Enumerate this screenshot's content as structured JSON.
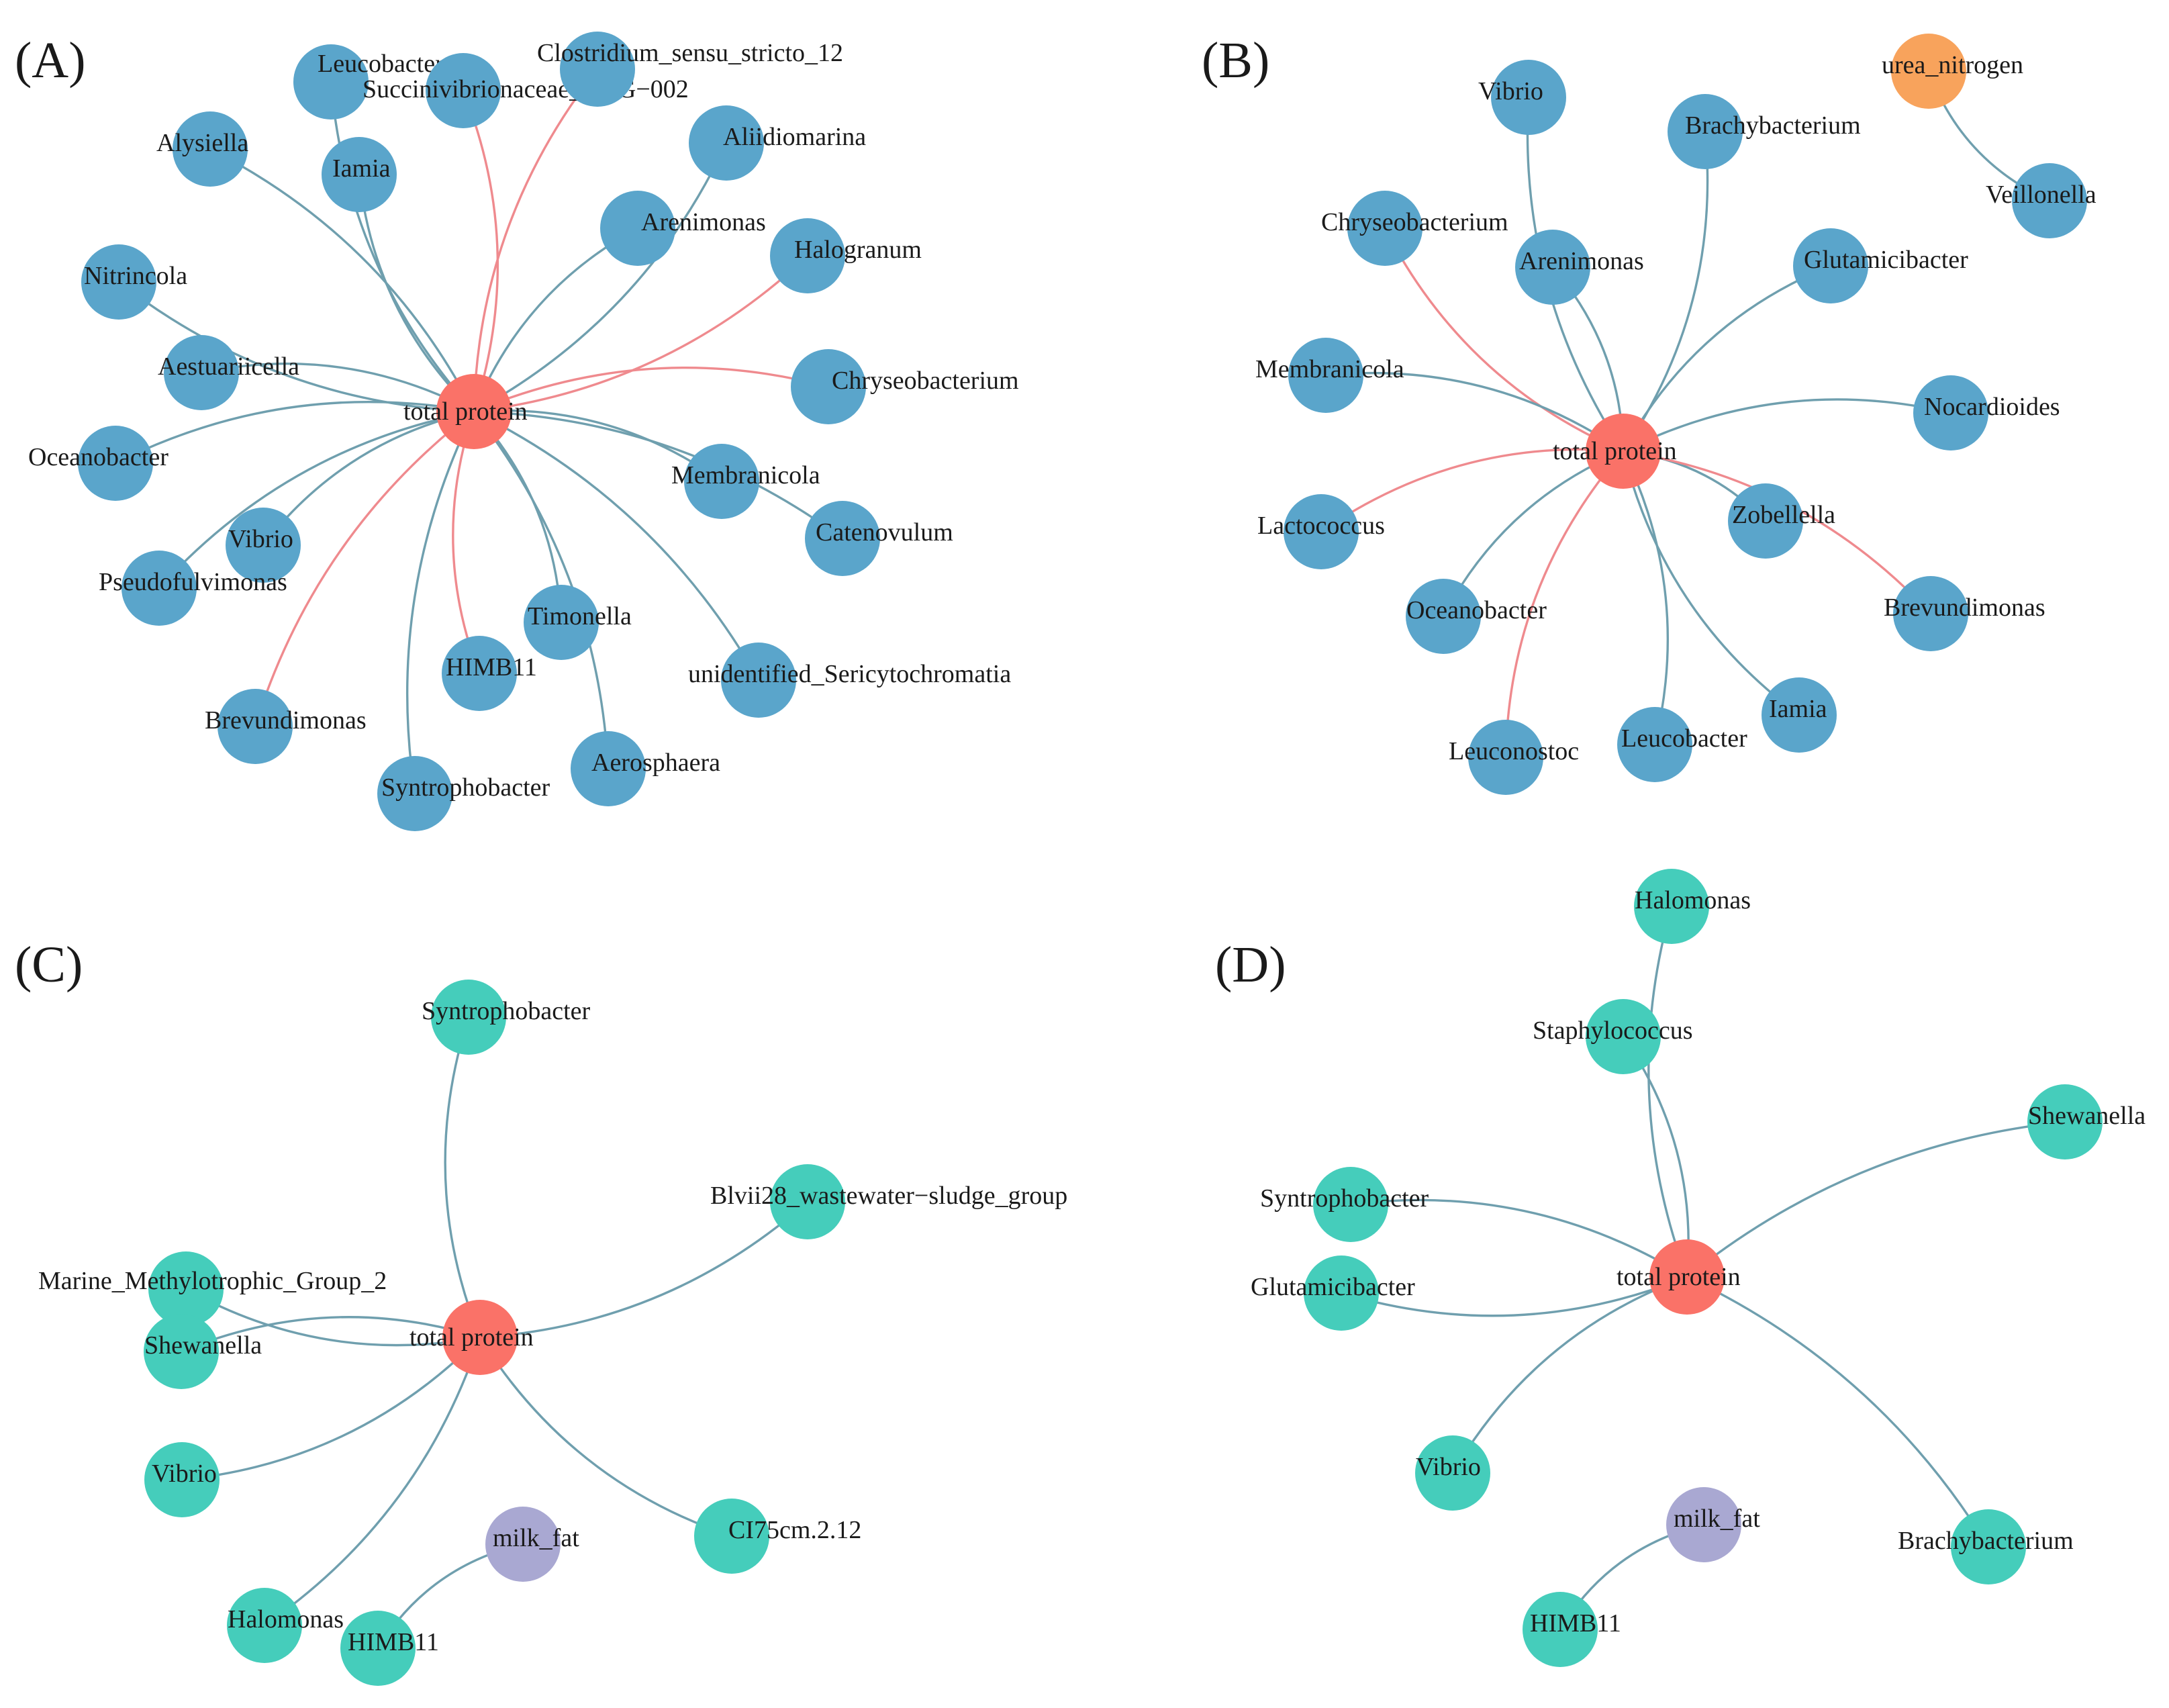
{
  "colors": {
    "hub": "#fa7268",
    "panel_ab_node": "#5aa5cb",
    "panel_cd_node": "#45cdbb",
    "urea_node": "#f8a35c",
    "milk_fat_node": "#a9a8d2",
    "positive_edge": "#6f9fae",
    "negative_edge": "#ef8a8e"
  },
  "panels": [
    {
      "label": "(A)",
      "hub": "total protein",
      "nodes": [
        {
          "name": "Leucobacter",
          "edge": "positive"
        },
        {
          "name": "Succinivibrionaceae_UCG−002",
          "edge": "negative"
        },
        {
          "name": "Clostridium_sensu_stricto_12",
          "edge": "negative"
        },
        {
          "name": "Alysiella",
          "edge": "positive"
        },
        {
          "name": "Iamia",
          "edge": "positive"
        },
        {
          "name": "Aliidiomarina",
          "edge": "positive"
        },
        {
          "name": "Arenimonas",
          "edge": "positive"
        },
        {
          "name": "Halogranum",
          "edge": "negative"
        },
        {
          "name": "Nitrincola",
          "edge": "positive"
        },
        {
          "name": "Aestuariicella",
          "edge": "positive"
        },
        {
          "name": "Chryseobacterium",
          "edge": "negative"
        },
        {
          "name": "Oceanobacter",
          "edge": "positive"
        },
        {
          "name": "Membranicola",
          "edge": "positive"
        },
        {
          "name": "Vibrio",
          "edge": "positive"
        },
        {
          "name": "Catenovulum",
          "edge": "positive"
        },
        {
          "name": "Pseudofulvimonas",
          "edge": "positive"
        },
        {
          "name": "Timonella",
          "edge": "positive"
        },
        {
          "name": "HIMB11",
          "edge": "negative"
        },
        {
          "name": "unidentified_Sericytochromatia",
          "edge": "positive"
        },
        {
          "name": "Brevundimonas",
          "edge": "negative"
        },
        {
          "name": "Aerosphaera",
          "edge": "positive"
        },
        {
          "name": "Syntrophobacter",
          "edge": "positive"
        }
      ]
    },
    {
      "label": "(B)",
      "hub": "total protein",
      "nodes": [
        {
          "name": "Vibrio",
          "edge": "positive"
        },
        {
          "name": "Brachybacterium",
          "edge": "positive"
        },
        {
          "name": "Chryseobacterium",
          "edge": "negative"
        },
        {
          "name": "Arenimonas",
          "edge": "positive"
        },
        {
          "name": "Glutamicibacter",
          "edge": "positive"
        },
        {
          "name": "Membranicola",
          "edge": "positive"
        },
        {
          "name": "Nocardioides",
          "edge": "positive"
        },
        {
          "name": "Lactococcus",
          "edge": "negative"
        },
        {
          "name": "Zobellella",
          "edge": "positive"
        },
        {
          "name": "Oceanobacter",
          "edge": "positive"
        },
        {
          "name": "Brevundimonas",
          "edge": "negative"
        },
        {
          "name": "Iamia",
          "edge": "positive"
        },
        {
          "name": "Leucobacter",
          "edge": "positive"
        },
        {
          "name": "Leuconostoc",
          "edge": "negative"
        }
      ],
      "extra_pair": {
        "from": "urea_nitrogen",
        "to": "Veillonella",
        "edge": "positive"
      }
    },
    {
      "label": "(C)",
      "hub": "total protein",
      "nodes": [
        {
          "name": "Syntrophobacter",
          "edge": "positive"
        },
        {
          "name": "Blvii28_wastewater−sludge_group",
          "edge": "positive"
        },
        {
          "name": "Marine_Methylotrophic_Group_2",
          "edge": "positive"
        },
        {
          "name": "Shewanella",
          "edge": "positive"
        },
        {
          "name": "Vibrio",
          "edge": "positive"
        },
        {
          "name": "CI75cm.2.12",
          "edge": "positive"
        },
        {
          "name": "Halomonas",
          "edge": "positive"
        }
      ],
      "extra_pair": {
        "from": "milk_fat",
        "to": "HIMB11",
        "edge": "positive"
      }
    },
    {
      "label": "(D)",
      "hub": "total protein",
      "nodes": [
        {
          "name": "Halomonas",
          "edge": "positive"
        },
        {
          "name": "Staphylococcus",
          "edge": "positive"
        },
        {
          "name": "Shewanella",
          "edge": "positive"
        },
        {
          "name": "Syntrophobacter",
          "edge": "positive"
        },
        {
          "name": "Glutamicibacter",
          "edge": "positive"
        },
        {
          "name": "Vibrio",
          "edge": "positive"
        },
        {
          "name": "Brachybacterium",
          "edge": "positive"
        }
      ],
      "extra_pair": {
        "from": "milk_fat",
        "to": "HIMB11",
        "edge": "positive"
      }
    }
  ]
}
